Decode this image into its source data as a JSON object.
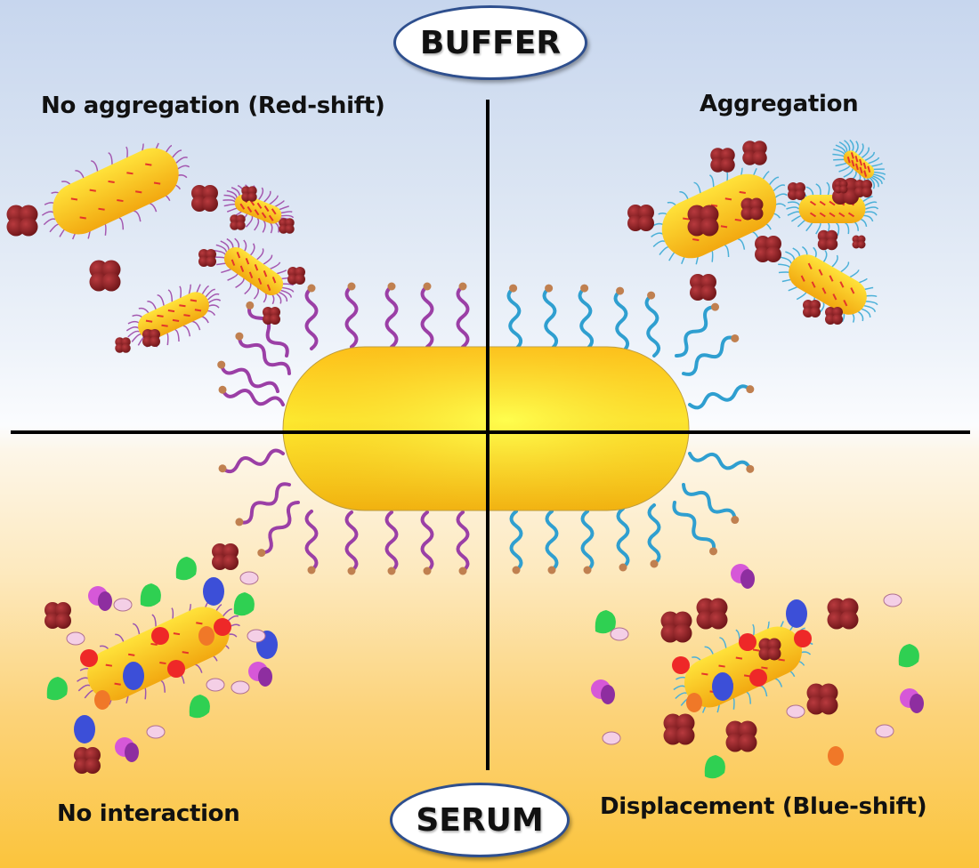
{
  "figure": {
    "top_condition": "BUFFER",
    "bottom_condition": "SERUM",
    "quadrants": {
      "top_left": "No aggregation (Red-shift)",
      "top_right": "Aggregation",
      "bottom_left": "No interaction",
      "bottom_right": "Displacement (Blue-shift)"
    },
    "colors": {
      "buffer_bg": "#c7d6ee",
      "serum_bg": "#fbc43c",
      "left_ligand": "#9b3fa6",
      "right_ligand": "#2f9fd0",
      "nanorod": "#ffd61f",
      "protein_cluster": "#8b1d22",
      "oval_border": "#2e4f8e"
    },
    "icons": [
      "gold-nanorod",
      "ligand-chain",
      "protein-cluster",
      "serum-protein"
    ]
  }
}
